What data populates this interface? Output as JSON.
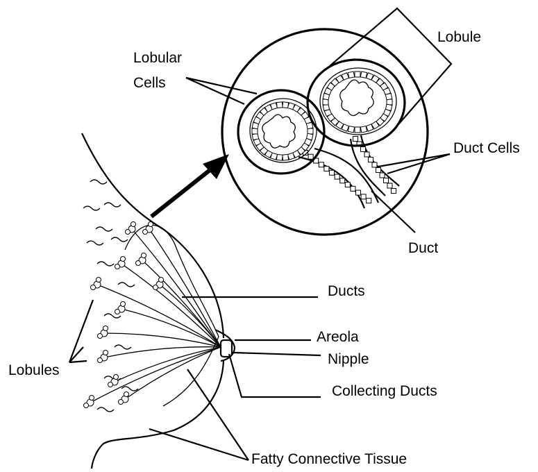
{
  "labels": {
    "lobule": "Lobule",
    "lobular_cells_line1": "Lobular",
    "lobular_cells_line2": "Cells",
    "duct_cells": "Duct Cells",
    "duct": "Duct",
    "ducts": "Ducts",
    "areola": "Areola",
    "nipple": "Nipple",
    "collecting_ducts": "Collecting Ducts",
    "lobules": "Lobules",
    "fatty_connective_tissue": "Fatty Connective Tissue"
  },
  "colors": {
    "ink": "#000000",
    "background": "#ffffff"
  }
}
